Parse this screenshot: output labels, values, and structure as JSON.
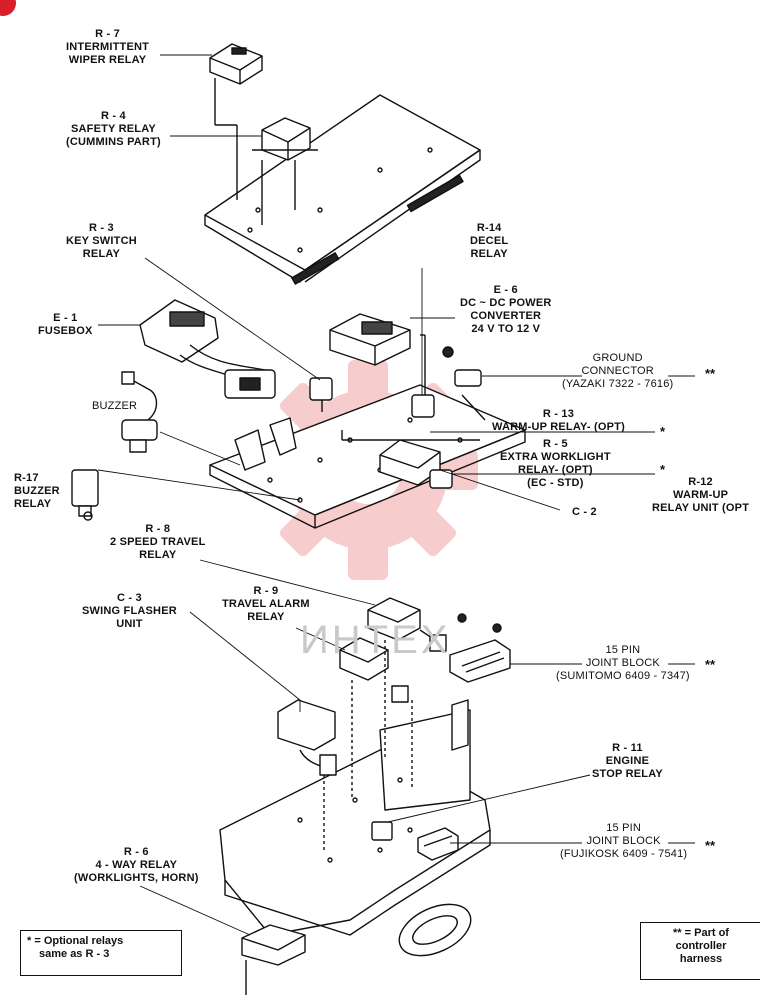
{
  "labels": {
    "r7": [
      "R - 7",
      "INTERMITTENT",
      "WIPER RELAY"
    ],
    "r4": [
      "R - 4",
      "SAFETY RELAY",
      "(CUMMINS PART)"
    ],
    "r3": [
      "R - 3",
      "KEY SWITCH",
      "RELAY"
    ],
    "e1": [
      "E - 1",
      "FUSEBOX"
    ],
    "buzzer": "BUZZER",
    "r17": [
      "R-17",
      "BUZZER",
      "RELAY"
    ],
    "r14": [
      "R-14",
      "DECEL",
      "RELAY"
    ],
    "e6": [
      "E - 6",
      "DC ~ DC POWER",
      "CONVERTER",
      "24 V  TO  12 V"
    ],
    "ground": [
      "GROUND",
      "CONNECTOR",
      "(YAZAKI 7322 - 7616)"
    ],
    "r13": [
      "R - 13",
      "WARM-UP RELAY- (OPT)"
    ],
    "r5": [
      "R - 5",
      "EXTRA WORKLIGHT",
      "RELAY- (OPT)",
      "(EC - STD)"
    ],
    "r12": [
      "R-12",
      "WARM-UP",
      "RELAY UNIT (OPT"
    ],
    "c2": "C - 2",
    "r8": [
      "R - 8",
      "2 SPEED TRAVEL",
      "RELAY"
    ],
    "c3": [
      "C - 3",
      "SWING FLASHER",
      "UNIT"
    ],
    "r9": [
      "R - 9",
      "TRAVEL ALARM",
      "RELAY"
    ],
    "jb1": [
      "15 PIN",
      "JOINT BLOCK",
      "(SUMITOMO 6409 - 7347)"
    ],
    "r11": [
      "R - 11",
      "ENGINE",
      "STOP RELAY"
    ],
    "jb2": [
      "15 PIN",
      "JOINT BLOCK",
      "(FUJIKOSK 6409 - 7541)"
    ],
    "r6": [
      "R - 6",
      "4 - WAY RELAY",
      "(WORKLIGHTS, HORN)"
    ]
  },
  "markers": {
    "double_star": "**",
    "single_star": "*"
  },
  "legend_optional": [
    "* = Optional relays",
    "same as R - 3"
  ],
  "legend_controller": [
    "** = Part of",
    "controller",
    "harness"
  ],
  "watermark": "ИНТЕХ",
  "colors": {
    "line": "#111111",
    "watermark": "#f2b4b4",
    "badge": "#d81f2a"
  }
}
